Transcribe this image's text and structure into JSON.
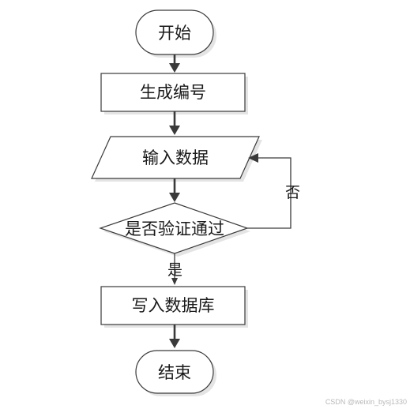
{
  "nodes": {
    "start": "开始",
    "generate_number": "生成编号",
    "input_data": "输入数据",
    "validation": "是否验证通过",
    "write_db": "写入数据库",
    "end": "结束"
  },
  "edge_labels": {
    "no": "否",
    "yes": "是"
  },
  "watermark": "CSDN @weixin_bysj1330"
}
